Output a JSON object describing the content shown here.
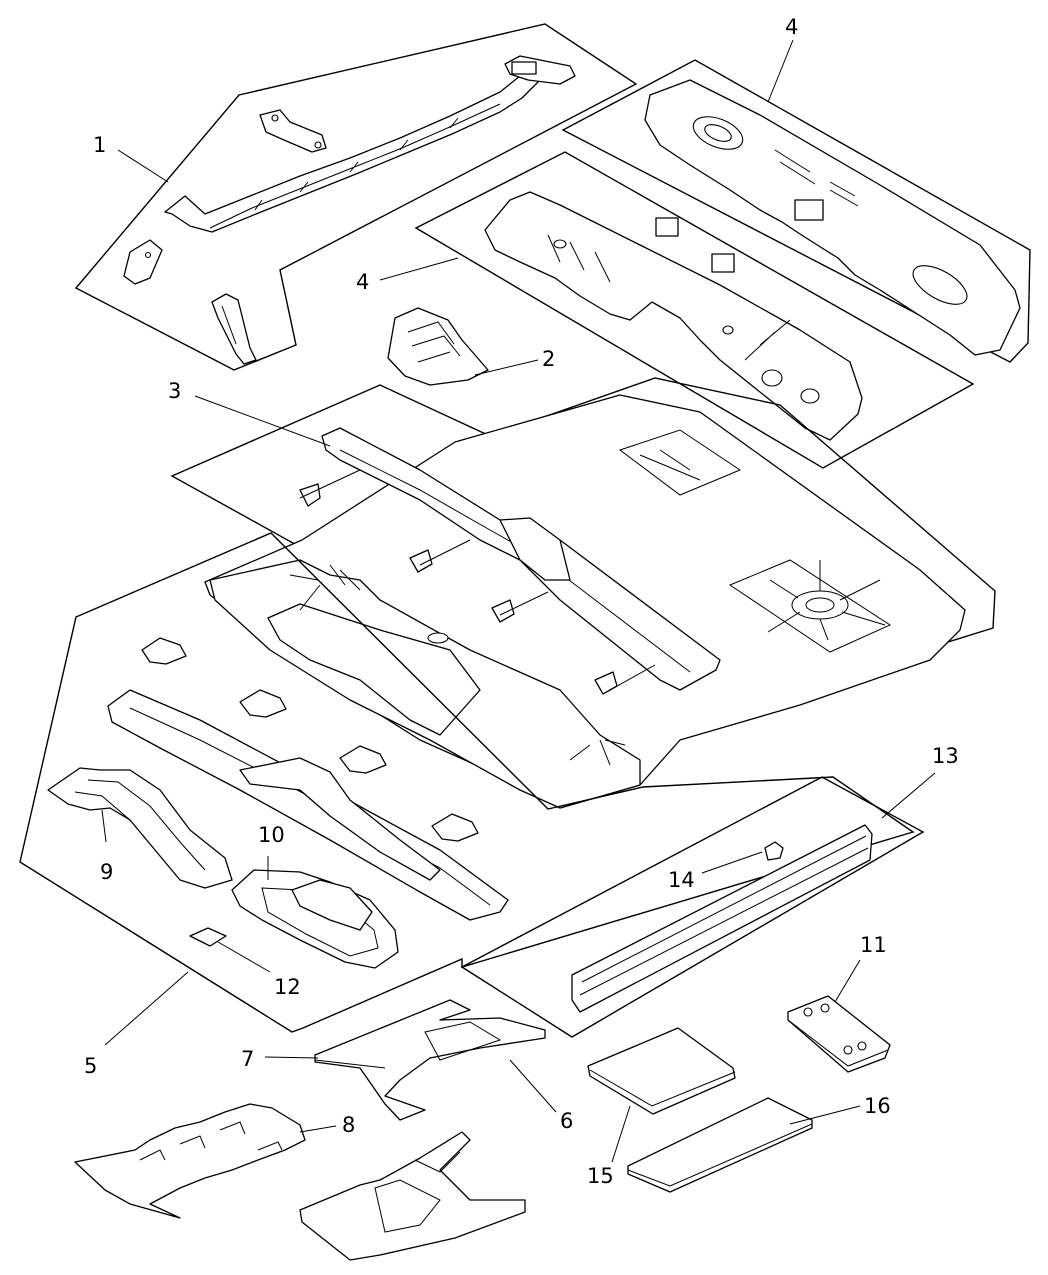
{
  "diagram": {
    "line_color": "#000000",
    "background": "#ffffff",
    "callouts": [
      {
        "id": "c1",
        "label": "1"
      },
      {
        "id": "c2",
        "label": "2"
      },
      {
        "id": "c3",
        "label": "3"
      },
      {
        "id": "c4a",
        "label": "4"
      },
      {
        "id": "c4b",
        "label": "4"
      },
      {
        "id": "c5",
        "label": "5"
      },
      {
        "id": "c6",
        "label": "6"
      },
      {
        "id": "c7",
        "label": "7"
      },
      {
        "id": "c8",
        "label": "8"
      },
      {
        "id": "c9",
        "label": "9"
      },
      {
        "id": "c10",
        "label": "10"
      },
      {
        "id": "c11",
        "label": "11"
      },
      {
        "id": "c12",
        "label": "12"
      },
      {
        "id": "c13",
        "label": "13"
      },
      {
        "id": "c14",
        "label": "14"
      },
      {
        "id": "c15",
        "label": "15"
      },
      {
        "id": "c16",
        "label": "16"
      }
    ]
  }
}
